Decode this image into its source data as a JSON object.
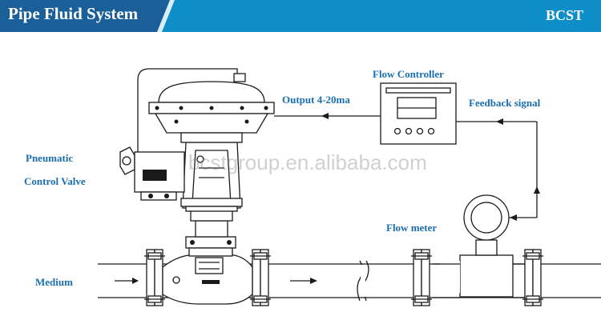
{
  "header": {
    "title": "Pipe Fluid  System",
    "brand": "BCST"
  },
  "labels": {
    "flow_controller": "Flow Controller",
    "output": "Output 4-20ma",
    "feedback": "Feedback signal",
    "pneumatic": "Pneumatic",
    "control_valve": "Control Valve",
    "flow_meter": "Flow meter",
    "medium": "Medium"
  },
  "watermark": "bcstgroup.en.alibaba.com",
  "colors": {
    "header_bg": "#0d8ec8",
    "header_text": "#ffffff",
    "label_blue": "#1a6fb0",
    "line": "#1a1a1a"
  }
}
